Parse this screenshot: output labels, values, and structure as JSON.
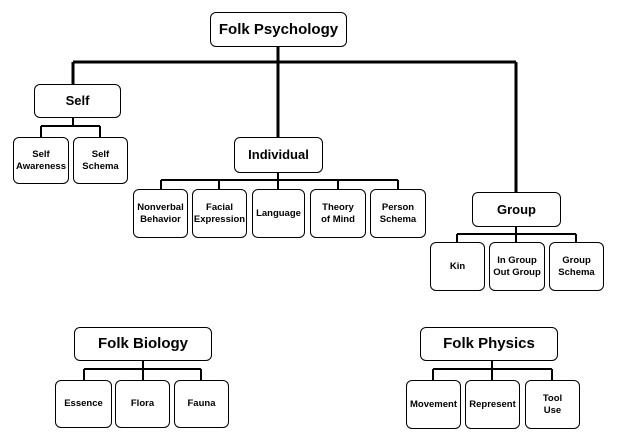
{
  "folk_psychology": {
    "title": "Folk Psychology",
    "self": {
      "title": "Self",
      "children": [
        "Self\nAwareness",
        "Self\nSchema"
      ]
    },
    "individual": {
      "title": "Individual",
      "children": [
        "Nonverbal\nBehavior",
        "Facial\nExpression",
        "Language",
        "Theory\nof Mind",
        "Person\nSchema"
      ]
    },
    "group": {
      "title": "Group",
      "children": [
        "Kin",
        "In Group\nOut Group",
        "Group\nSchema"
      ]
    }
  },
  "folk_biology": {
    "title": "Folk Biology",
    "children": [
      "Essence",
      "Flora",
      "Fauna"
    ]
  },
  "folk_physics": {
    "title": "Folk Physics",
    "children": [
      "Movement",
      "Represent",
      "Tool\nUse"
    ]
  },
  "colors": {
    "line": "#000000",
    "box_border": "#000000",
    "background": "#ffffff"
  }
}
